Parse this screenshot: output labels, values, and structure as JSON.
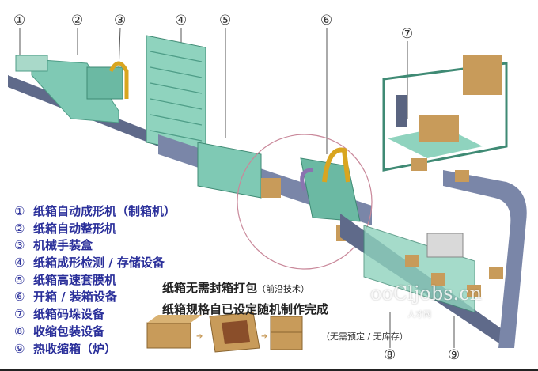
{
  "callouts": [
    "①",
    "②",
    "③",
    "④",
    "⑤",
    "⑥",
    "⑦",
    "⑧",
    "⑨"
  ],
  "legend": [
    {
      "num": "①",
      "label": "纸箱自动成形机（制箱机）"
    },
    {
      "num": "②",
      "label": "纸箱自动整形机"
    },
    {
      "num": "③",
      "label": "机械手装盒"
    },
    {
      "num": "④",
      "label": "纸箱成形检测 / 存储设备"
    },
    {
      "num": "⑤",
      "label": "纸箱高速套膜机"
    },
    {
      "num": "⑥",
      "label": "开箱 / 装箱设备"
    },
    {
      "num": "⑦",
      "label": "纸箱码垛设备"
    },
    {
      "num": "⑧",
      "label": "收缩包装设备"
    },
    {
      "num": "⑨",
      "label": "热收缩箱（炉）"
    }
  ],
  "notes": {
    "line1": "纸箱无需封箱打包",
    "line1_small": "（前沿技术）",
    "line2": "纸箱规格自已设定随机制作完成",
    "sub": "（无需预定 / 无库存）"
  },
  "watermark": {
    "main": "ooCljobs.cn",
    "sub": "人才网"
  },
  "colors": {
    "machine": "#7fc9b4",
    "frame": "#4d9c86",
    "box": "#c89b5a",
    "conveyor": "#5f6a8a",
    "legend_text": "#2a2f9a"
  }
}
